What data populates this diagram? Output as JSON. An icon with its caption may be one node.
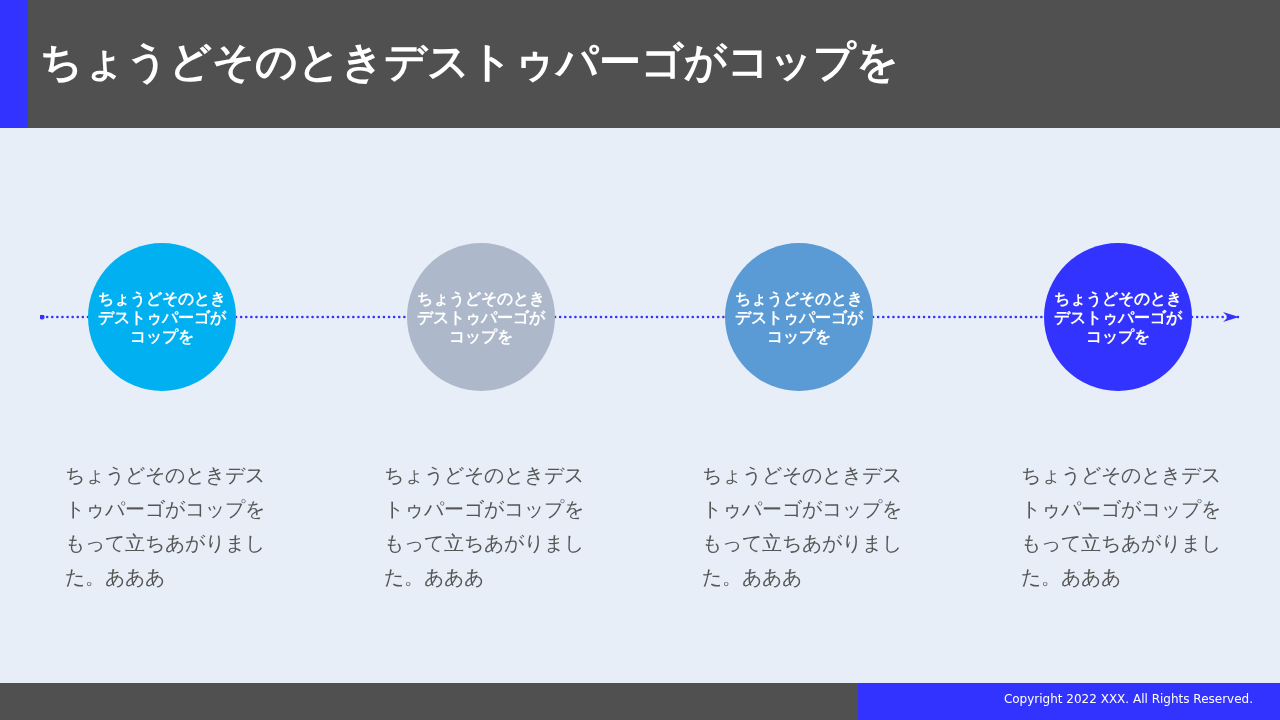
{
  "diagram": {
    "title": "ちょうどそのときデストゥパーゴがコップを",
    "nodes": [
      {
        "text": [
          "ちょうどそのときデストゥパーゴがコップを"
        ],
        "beside": [
          "ちょうどそのときデストゥパーゴがコップをもって立ちあがりました。あああ"
        ]
      },
      {
        "text": [
          "ちょうどそのときデストゥパーゴがコップを"
        ],
        "beside": [
          "ちょうどそのときデストゥパーゴがコップをもって立ちあがりました。あああ"
        ]
      },
      {
        "text": [
          "ちょうどそのときデストゥパーゴがコップを"
        ],
        "beside": [
          "ちょうどそのときデストゥパーゴがコップをもって立ちあがりました。あああ"
        ]
      },
      {
        "text": [
          "ちょうどそのときデストゥパーゴがコップを"
        ],
        "beside": [
          "ちょうどそのときデストゥパーゴがコップをもって立ちあがりました。あああ"
        ]
      }
    ],
    "edges": [
      {
        "from": null,
        "to": 0,
        "arrow": "other",
        "style": "dashed"
      },
      {
        "from": 0,
        "to": 1,
        "arrow": "none",
        "style": "dashed"
      },
      {
        "from": 1,
        "to": 2,
        "arrow": "none",
        "style": "dashed"
      },
      {
        "from": 2,
        "to": 3,
        "arrow": "none",
        "style": "dashed"
      },
      {
        "from": 3,
        "to": null,
        "arrow": "to",
        "style": "dashed"
      }
    ],
    "labels": [
      "Copyright 2022 XXX. All Rights Reserved."
    ]
  }
}
